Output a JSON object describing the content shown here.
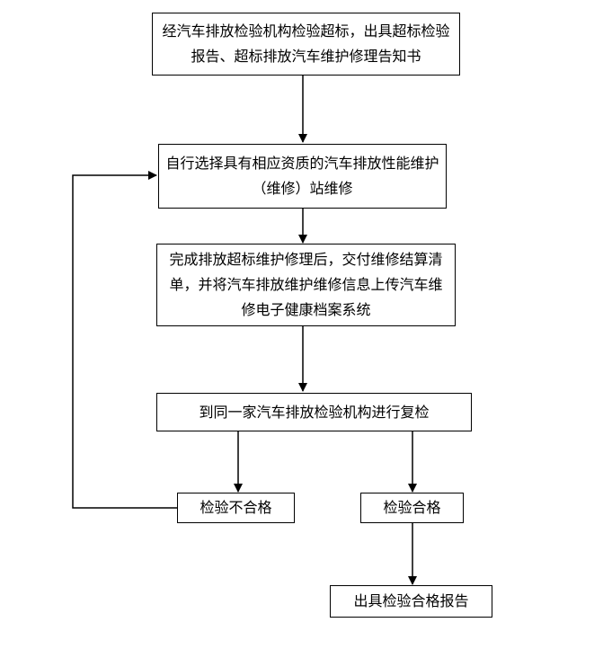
{
  "nodes": {
    "report": {
      "text": "经汽车排放检验机构检验超标，出具超标检验报告、超标排放汽车维护修理告知书"
    },
    "repair_station": {
      "text": "自行选择具有相应资质的汽车排放性能维护（维修）站维修"
    },
    "upload": {
      "text": "完成排放超标维护修理后，交付维修结算清单，并将汽车排放维护维修信息上传汽车维修电子健康档案系统"
    },
    "recheck": {
      "text": "到同一家汽车排放检验机构进行复检"
    },
    "fail": {
      "text": "检验不合格"
    },
    "pass": {
      "text": "检验合格"
    },
    "issue_report": {
      "text": "出具检验合格报告"
    }
  },
  "edges": [
    {
      "from": "report",
      "to": "repair_station"
    },
    {
      "from": "repair_station",
      "to": "upload"
    },
    {
      "from": "upload",
      "to": "recheck"
    },
    {
      "from": "recheck",
      "to": "fail"
    },
    {
      "from": "recheck",
      "to": "pass"
    },
    {
      "from": "pass",
      "to": "issue_report"
    },
    {
      "from": "fail",
      "to": "repair_station"
    }
  ],
  "colors": {
    "line": "#000000",
    "box_border": "#000000",
    "text": "#000000"
  }
}
